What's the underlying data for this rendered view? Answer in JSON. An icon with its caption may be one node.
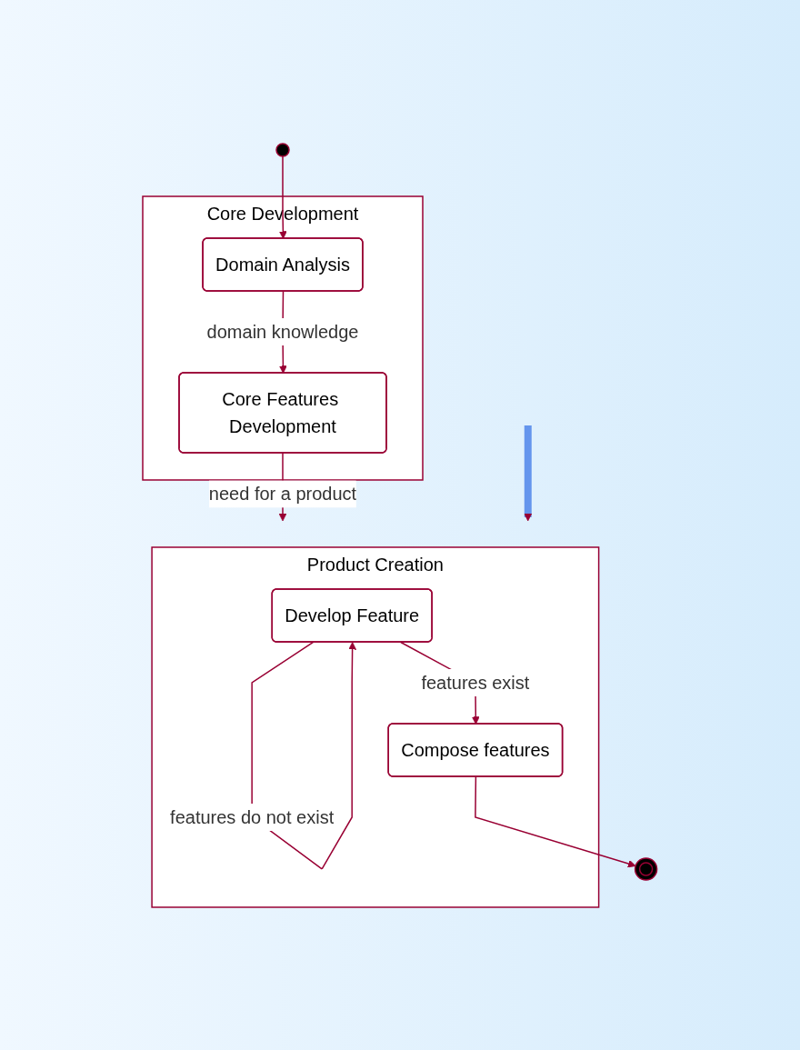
{
  "diagram": {
    "nodes": [
      {
        "text": [],
        "shape": "circle"
      },
      {
        "text": [
          "Core Development"
        ]
      },
      {
        "text": [
          "Domain Analysis"
        ],
        "in": 1
      },
      {
        "text": [
          "Core Features Development"
        ],
        "in": 1
      },
      {
        "text": [
          "Product Creation"
        ]
      },
      {
        "text": [
          "Develop Feature"
        ],
        "in": 4
      },
      {
        "text": [
          "Compose features"
        ],
        "in": 4
      },
      {
        "text": [],
        "shape": "circle"
      }
    ],
    "edges": [
      {
        "from": 0,
        "to": 2,
        "arrow": "to"
      },
      {
        "from": 2,
        "to": 3,
        "arrow": "to",
        "label": "domain knowledge"
      },
      {
        "from": 3,
        "to": 4,
        "arrow": "to",
        "label": "need for a product"
      },
      {
        "from": 5,
        "to": 5,
        "arrow": "to",
        "label": "features do not exist"
      },
      {
        "from": 5,
        "to": 6,
        "arrow": "to",
        "label": "features exist"
      },
      {
        "from": 6,
        "to": 7,
        "arrow": "to"
      },
      {
        "from": null,
        "to": 4,
        "arrow": "to",
        "style": "thick",
        "color": "#6495ed"
      }
    ]
  }
}
